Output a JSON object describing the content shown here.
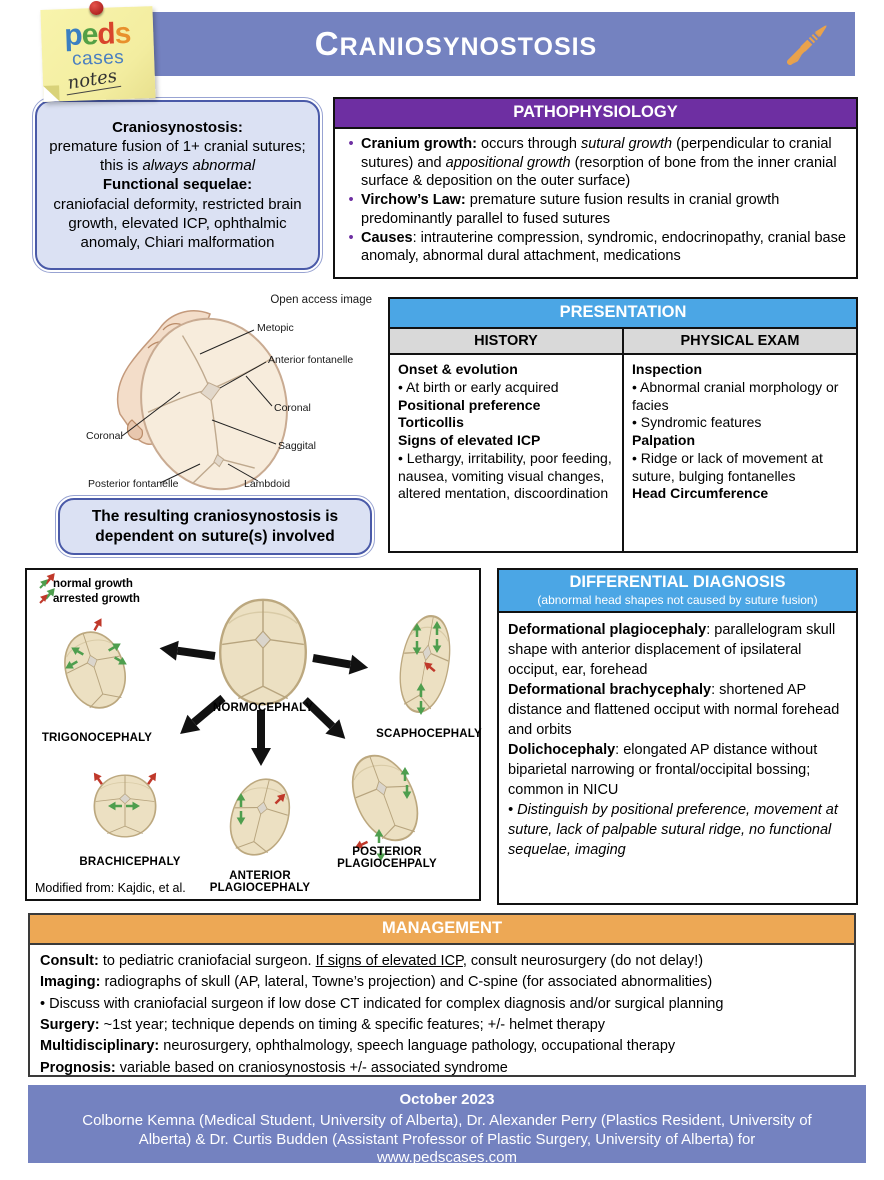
{
  "colors": {
    "banner": "#7482c0",
    "patho_header": "#6e2fa2",
    "blue_header": "#4ba6e5",
    "mgmt_header": "#eda855",
    "lavender_fill": "#dbe1f3",
    "lavender_border": "#4a5aa8",
    "col_header_gray": "#d9d9d9",
    "normal_growth_green": "#4e9e4e",
    "arrested_growth_red": "#c0392b"
  },
  "icons": [
    "pedscases-logo",
    "pin-icon",
    "scalpel-icon",
    "normal-growth-arrow-icon",
    "arrested-growth-arrow-icon"
  ],
  "header": {
    "title": "CRANIOSYNOSTOSIS",
    "logo": {
      "letters": [
        "p",
        "e",
        "d",
        "s"
      ],
      "word2": "cases",
      "word3": "notes"
    }
  },
  "definition_box": {
    "lines": [
      [
        {
          "t": "Craniosynostosis:",
          "b": true
        }
      ],
      [
        {
          "t": "premature fusion of 1+ cranial sutures; this is "
        },
        {
          "t": "always abnormal",
          "i": true
        }
      ],
      [
        {
          "t": "Functional sequelae:",
          "b": true
        }
      ],
      [
        {
          "t": "craniofacial deformity, restricted brain growth, elevated ICP, ophthalmic anomaly, Chiari malformation"
        }
      ]
    ]
  },
  "pathophysiology": {
    "title": "PATHOPHYSIOLOGY",
    "bullets": [
      [
        {
          "t": "Cranium growth:",
          "b": true
        },
        {
          "t": " occurs through "
        },
        {
          "t": "sutural growth",
          "i": true
        },
        {
          "t": " (perpendicular to cranial sutures) and "
        },
        {
          "t": "appositional growth",
          "i": true
        },
        {
          "t": " (resorption of bone from the inner cranial surface & deposition on the outer surface)"
        }
      ],
      [
        {
          "t": "Virchow’s Law:",
          "b": true
        },
        {
          "t": " premature suture fusion results in cranial growth predominantly parallel to fused sutures"
        }
      ],
      [
        {
          "t": "Causes",
          "b": true
        },
        {
          "t": ": intrauterine compression, syndromic, endocrinopathy, cranial base anomaly, abnormal dural attachment, medications"
        }
      ]
    ]
  },
  "suture_diagram": {
    "note": "Open access image",
    "labels": {
      "metopic": "Metopic",
      "anterior_fontanelle": "Anterior fontanelle",
      "coronal_right": "Coronal",
      "coronal_left": "Coronal",
      "saggital": "Saggital",
      "lambdoid": "Lambdoid",
      "posterior_fontanelle": "Posterior fontanelle"
    }
  },
  "resulting_box": {
    "text": "The resulting craniosynostosis is dependent on suture(s) involved"
  },
  "presentation": {
    "title": "PRESENTATION",
    "columns": [
      "HISTORY",
      "PHYSICAL EXAM"
    ],
    "history": [
      [
        {
          "t": "Onset & evolution",
          "b": true
        }
      ],
      [
        {
          "t": "• At birth or early acquired"
        }
      ],
      [
        {
          "t": "Positional preference",
          "b": true
        }
      ],
      [
        {
          "t": "Torticollis",
          "b": true
        }
      ],
      [
        {
          "t": "Signs of elevated ICP",
          "b": true
        }
      ],
      [
        {
          "t": "• Lethargy, irritability, poor feeding, nausea, vomiting visual changes, altered mentation, discoordination"
        }
      ]
    ],
    "physical_exam": [
      [
        {
          "t": "Inspection",
          "b": true
        }
      ],
      [
        {
          "t": "• Abnormal cranial morphology or facies"
        }
      ],
      [
        {
          "t": "• Syndromic features"
        }
      ],
      [
        {
          "t": "Palpation",
          "b": true
        }
      ],
      [
        {
          "t": "• Ridge or lack of movement at suture, bulging fontanelles"
        }
      ],
      [
        {
          "t": "Head Circumference",
          "b": true
        }
      ]
    ]
  },
  "skull_figure": {
    "legend": [
      {
        "label": "normal growth",
        "color": "#4e9e4e"
      },
      {
        "label": "arrested growth",
        "color": "#c0392b"
      }
    ],
    "labels": {
      "normocephaly": "NORMOCEPHALY",
      "trigonocephaly": "TRIGONOCEPHALY",
      "scaphocephaly": "SCAPHOCEPHALY",
      "brachicephaly": "BRACHICEPHALY",
      "anterior_line1": "ANTERIOR",
      "anterior_line2": "PLAGIOCEPHALY",
      "posterior_line1": "POSTERIOR",
      "posterior_line2": "PLAGIOCEHPALY"
    },
    "caption": "Modified from: Kajdic, et al."
  },
  "differential_diagnosis": {
    "title": "DIFFERENTIAL DIAGNOSIS",
    "subtitle": "(abnormal head shapes not caused by suture fusion)",
    "lines": [
      [
        {
          "t": "Deformational plagiocephaly",
          "b": true
        },
        {
          "t": ": parallelogram skull shape with anterior displacement of ipsilateral occiput, ear, forehead"
        }
      ],
      [
        {
          "t": "Deformational brachycephaly",
          "b": true
        },
        {
          "t": ": shortened AP distance and flattened occiput with normal forehead and orbits"
        }
      ],
      [
        {
          "t": "Dolichocephaly",
          "b": true
        },
        {
          "t": ": elongated AP distance without biparietal narrowing or frontal/occipital bossing; common in NICU"
        }
      ],
      [
        {
          "t": "• Distinguish by positional preference, movement at suture, lack of palpable sutural ridge, no functional sequelae, imaging",
          "i": true
        }
      ]
    ]
  },
  "management": {
    "title": "MANAGEMENT",
    "lines": [
      [
        {
          "t": "Consult:",
          "b": true
        },
        {
          "t": " to pediatric craniofacial surgeon. "
        },
        {
          "t": "If signs of elevated ICP",
          "u": true
        },
        {
          "t": ", consult neurosurgery (do not delay!)"
        }
      ],
      [
        {
          "t": "Imaging:",
          "b": true
        },
        {
          "t": " radiographs of skull (AP, lateral, Towne’s projection) and C-spine (for associated abnormalities)"
        }
      ],
      [
        {
          "t": "• Discuss with craniofacial surgeon if low dose CT indicated for complex diagnosis and/or surgical planning"
        }
      ],
      [
        {
          "t": "Surgery:",
          "b": true
        },
        {
          "t": " ~1st year; technique depends on timing & specific features; +/- helmet therapy"
        }
      ],
      [
        {
          "t": "Multidisciplinary:",
          "b": true
        },
        {
          "t": " neurosurgery, ophthalmology, speech language pathology, occupational therapy"
        }
      ],
      [
        {
          "t": "Prognosis:",
          "b": true
        },
        {
          "t": " variable based on craniosynostosis +/- associated syndrome"
        }
      ]
    ]
  },
  "footer": {
    "date": "October 2023",
    "credits": "Colborne Kemna (Medical Student, University of Alberta), Dr. Alexander Perry (Plastics Resident, University of Alberta) & Dr. Curtis Budden (Assistant Professor of Plastic Surgery, University of Alberta) for",
    "site": "www.pedscases.com"
  }
}
